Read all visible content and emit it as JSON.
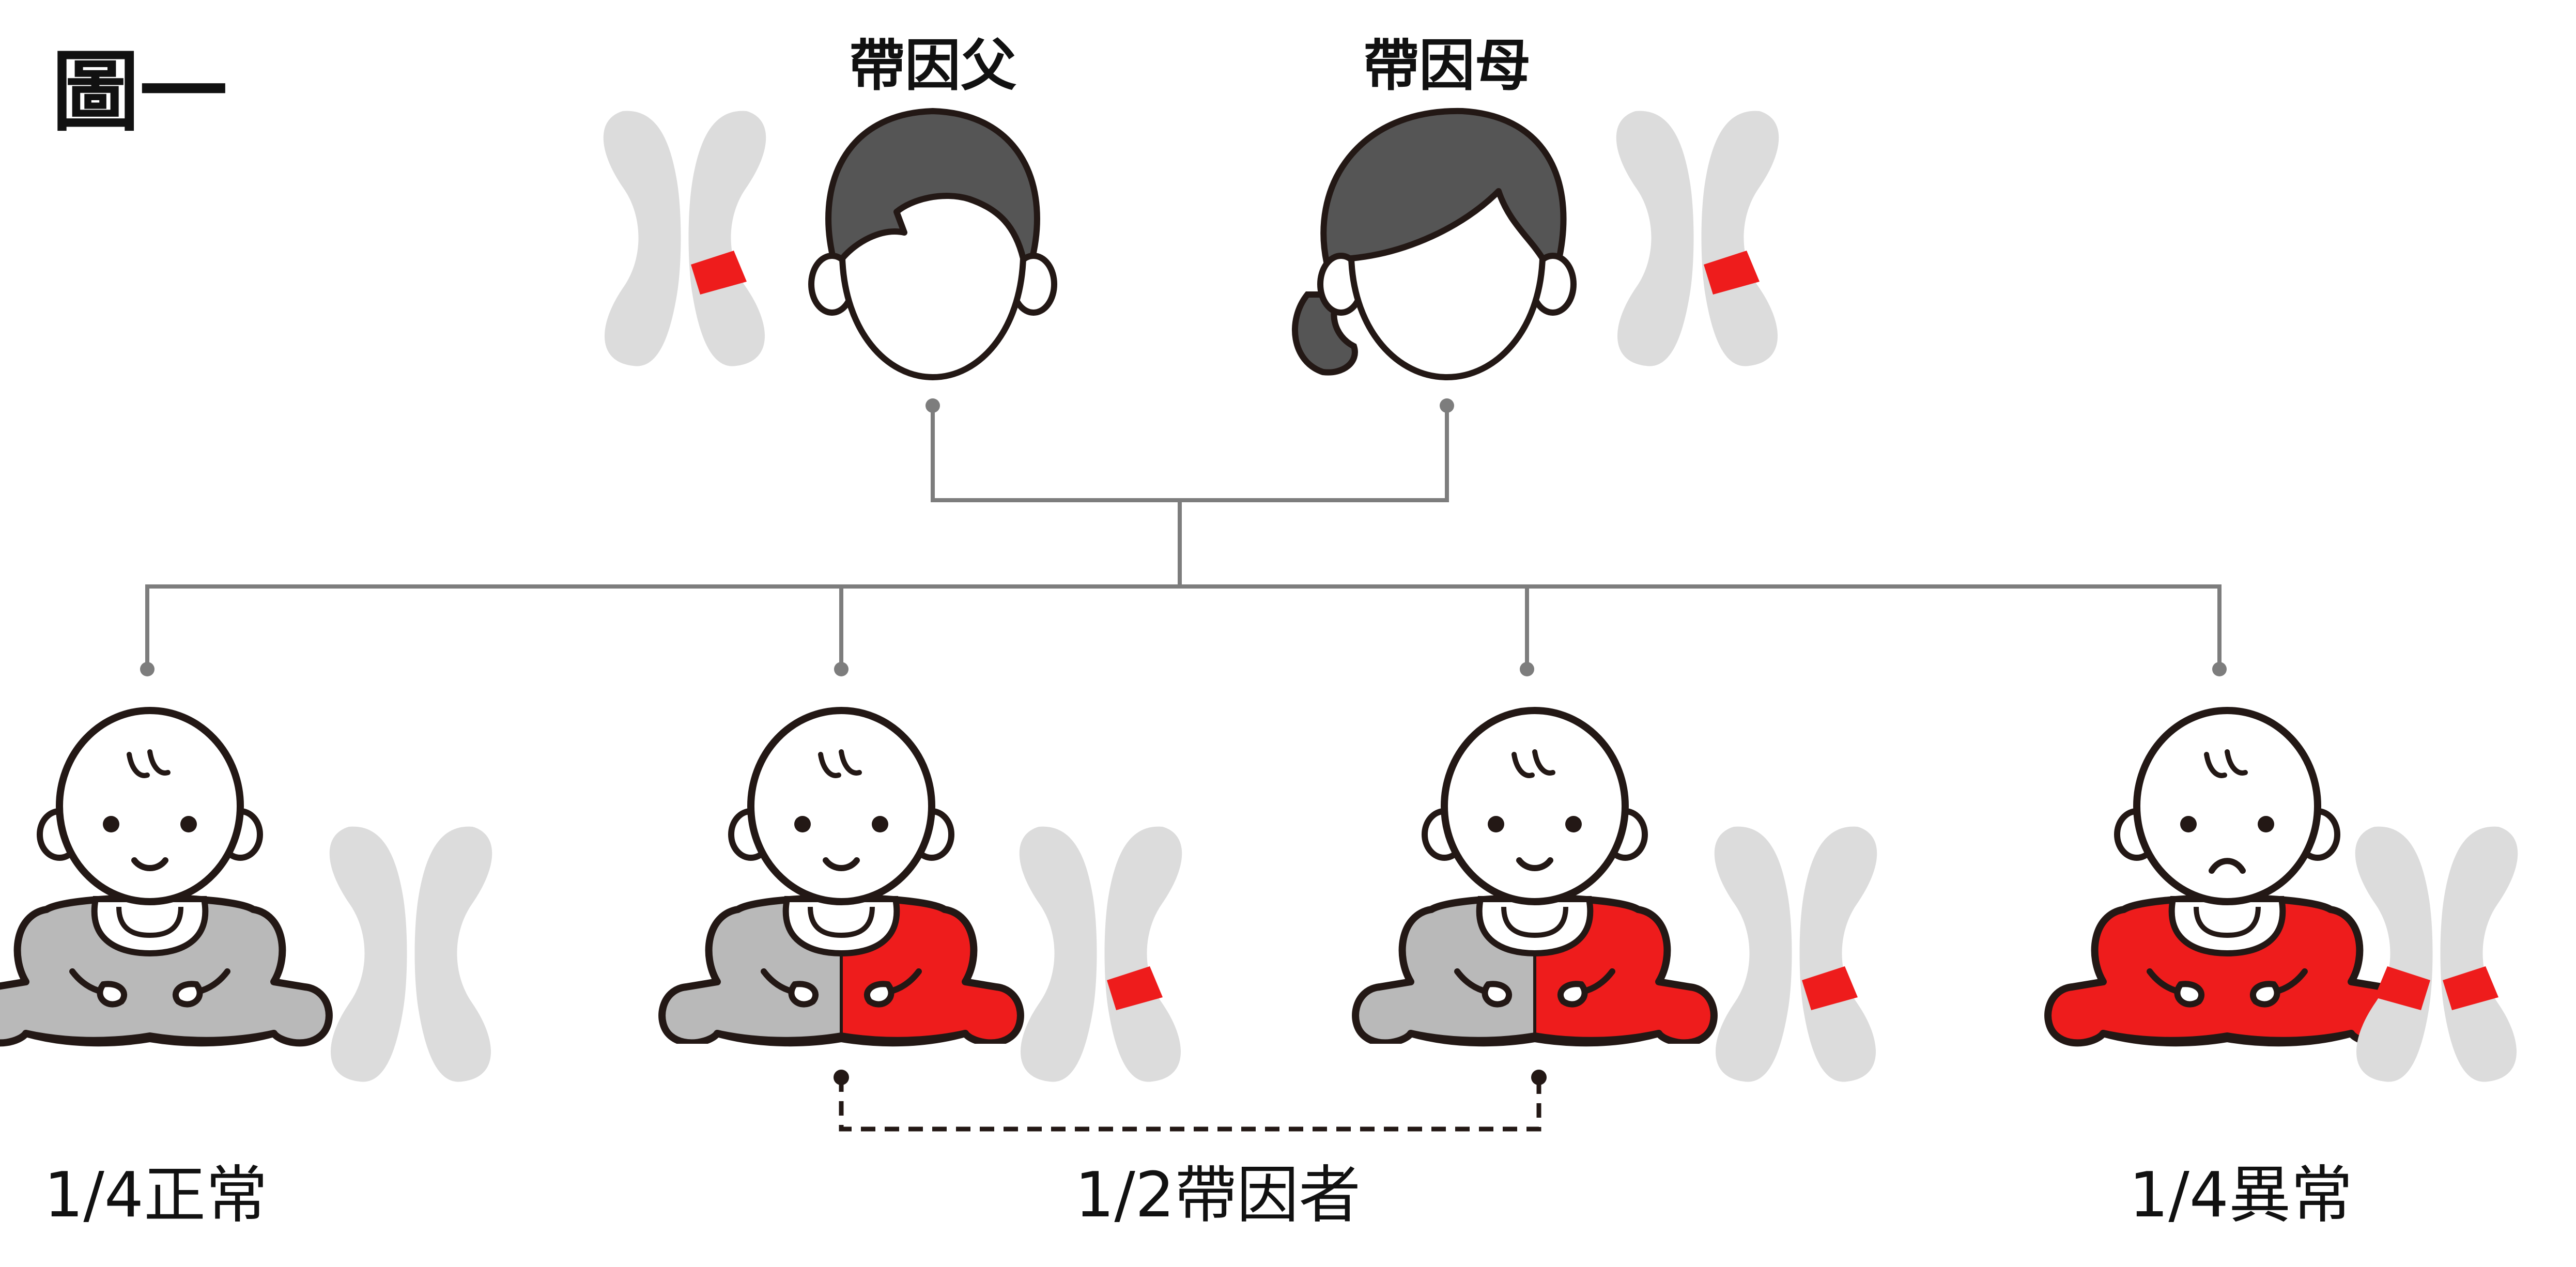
{
  "figure_title": "圖一",
  "parents": {
    "father_label": "帶因父",
    "mother_label": "帶因母"
  },
  "children": {
    "normal_label": "1/4正常",
    "carrier_label": "1/2帶因者",
    "affected_label": "1/4異常"
  },
  "colors": {
    "mutation": "#ee1c1c",
    "chromosome": "#dcdcdc",
    "hair": "#555555",
    "onesie_normal": "#b9b9b9",
    "onesie_affected": "#ee1c1c",
    "connector_line": "#7d7d7d",
    "outline": "#231815"
  }
}
